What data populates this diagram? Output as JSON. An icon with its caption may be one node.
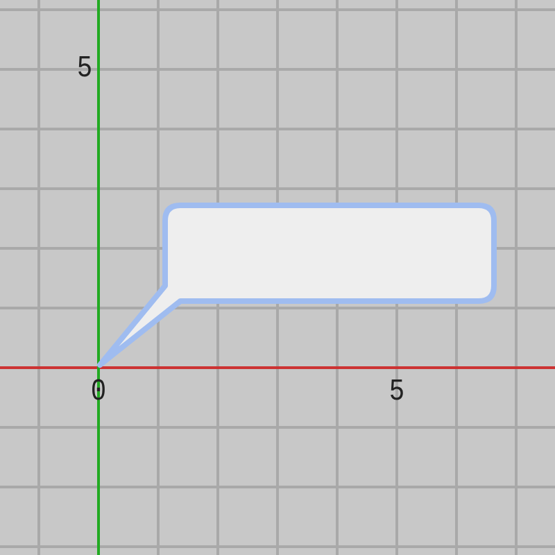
{
  "diagram": {
    "nodes": [
      {
        "text": [],
        "shape": "callout"
      }
    ],
    "labels": [
      "5",
      "0",
      "5"
    ]
  }
}
